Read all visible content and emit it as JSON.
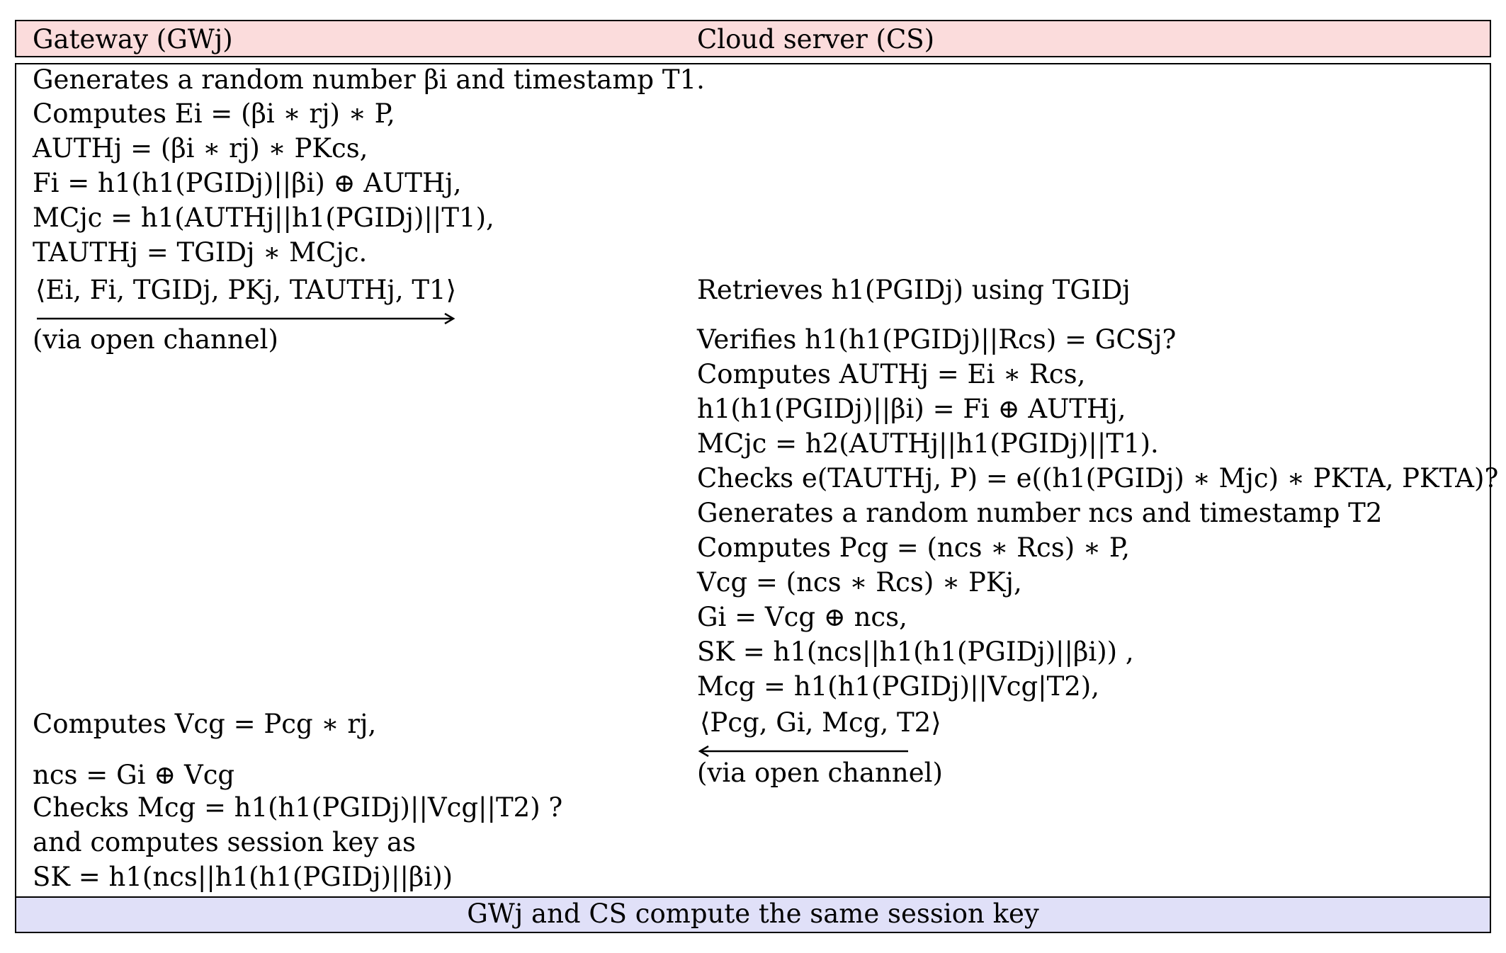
{
  "header": {
    "left": "Gateway (GWj)",
    "right": "Cloud server (CS)"
  },
  "left_column": {
    "lines": [
      "Generates a random number βi and timestamp T1.",
      "Computes Ei = (βi ∗ rj) ∗ P,",
      "AUTHj = (βi ∗ rj) ∗ PKcs,",
      "Fi = h1(h1(PGIDj)||βi) ⊕ AUTHj,",
      "MCjc = h1(AUTHj||h1(PGIDj)||T1),",
      "TAUTHj = TGIDj ∗ MCjc."
    ],
    "message1": "⟨Ei, Fi, TGIDj, PKj, TAUTHj, T1⟩",
    "channel1": "(via open channel)",
    "lines2": [
      "Computes Vcg = Pcg ∗ rj,",
      "ncs = Gi ⊕ Vcg",
      "Checks Mcg = h1(h1(PGIDj)||Vcg||T2) ?",
      "and computes session key as",
      "SK = h1(ncs||h1(h1(PGIDj)||βi))"
    ]
  },
  "right_column": {
    "retrieve": "Retrieves h1(PGIDj) using TGIDj",
    "lines": [
      "Verifies h1(h1(PGIDj)||Rcs) = GCSj?",
      "Computes AUTHj = Ei ∗ Rcs,",
      "h1(h1(PGIDj)||βi) = Fi ⊕ AUTHj,",
      "MCjc = h2(AUTHj||h1(PGIDj)||T1).",
      "Checks e(TAUTHj, P) = e((h1(PGIDj) ∗ Mjc) ∗ PKTA, PKTA)?",
      "Generates a random number ncs and timestamp T2",
      "Computes Pcg = (ncs ∗ Rcs) ∗ P,",
      "Vcg = (ncs ∗ Rcs) ∗ PKj,",
      "Gi = Vcg ⊕ ncs,",
      "SK = h1(ncs||h1(h1(PGIDj)||βi)) ,",
      "Mcg = h1(h1(PGIDj)||Vcg|T2),"
    ],
    "message2": "⟨Pcg, Gi, Mcg, T2⟩",
    "channel2": "(via open channel)"
  },
  "footer": "GWj and CS compute the same session key",
  "colors": {
    "header_bg": "#fbdcdc",
    "footer_bg": "#e0e0f8",
    "border": "#000000"
  }
}
